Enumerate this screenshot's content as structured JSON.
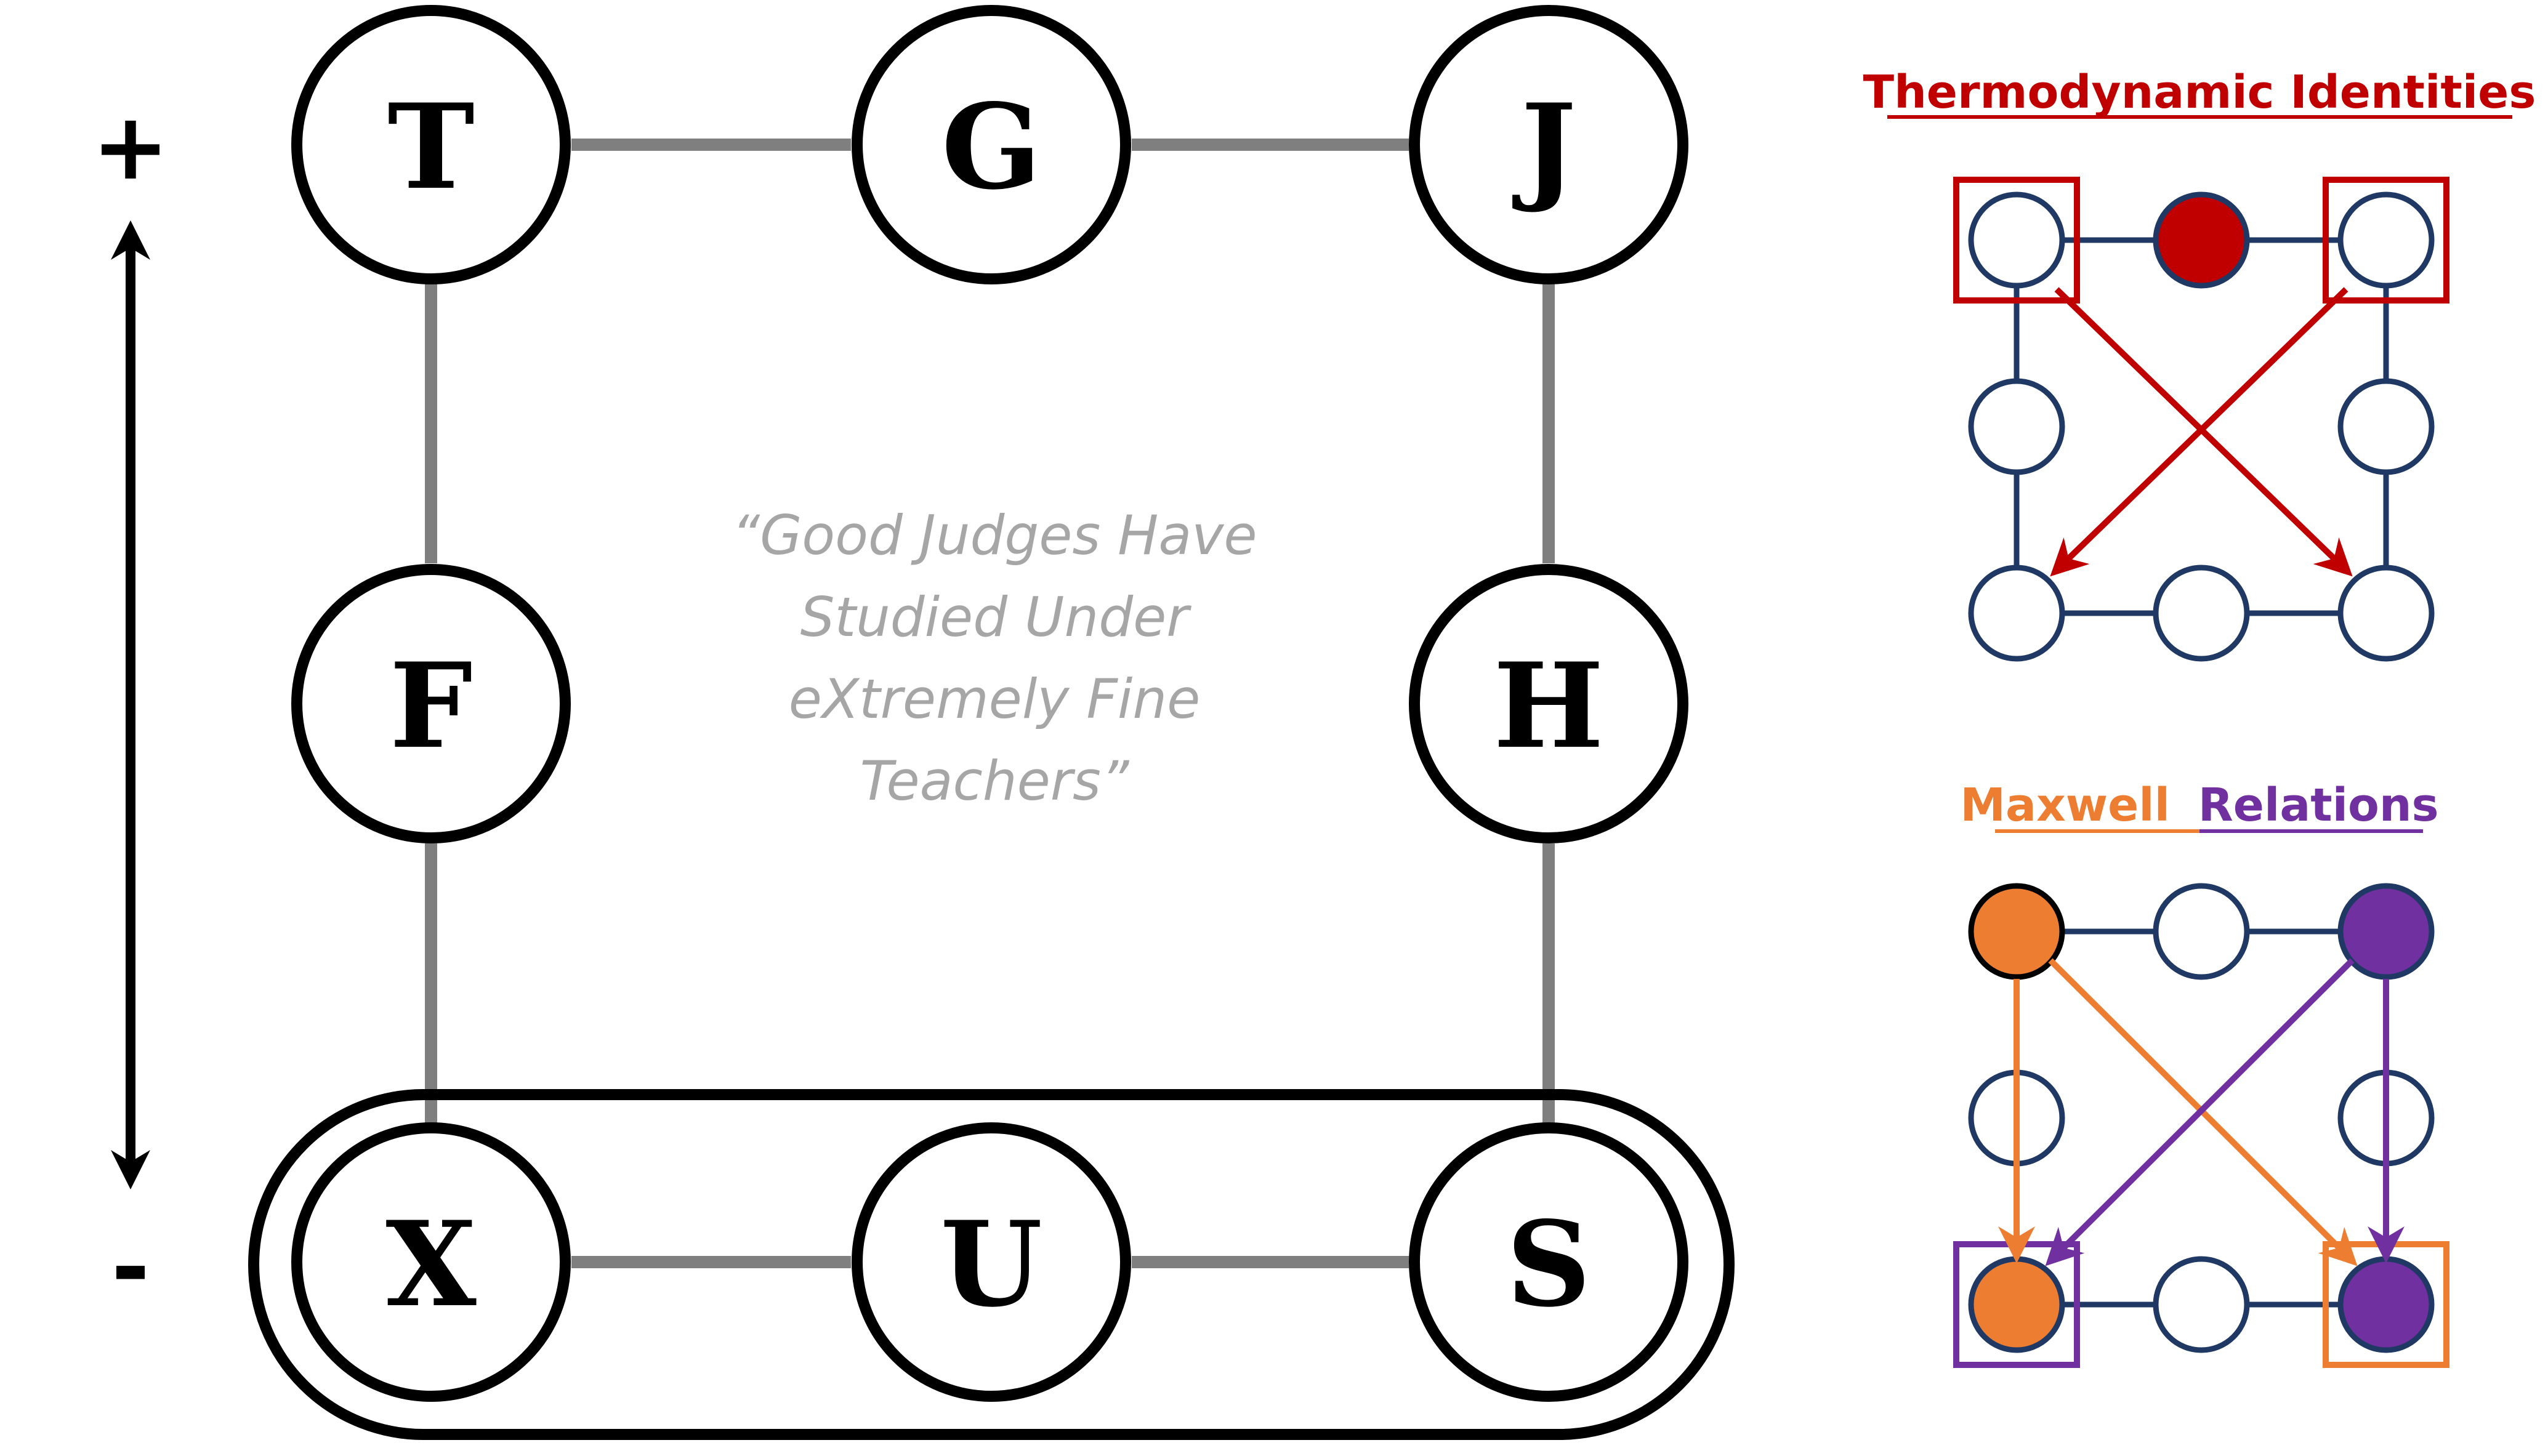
{
  "main_diagram": {
    "nodes": [
      {
        "id": "T",
        "label": "T"
      },
      {
        "id": "G",
        "label": "G"
      },
      {
        "id": "J",
        "label": "J"
      },
      {
        "id": "F",
        "label": "F"
      },
      {
        "id": "H",
        "label": "H"
      },
      {
        "id": "X",
        "label": "X"
      },
      {
        "id": "U",
        "label": "U"
      },
      {
        "id": "S",
        "label": "S"
      }
    ],
    "edges": [
      [
        "T",
        "G"
      ],
      [
        "G",
        "J"
      ],
      [
        "T",
        "F"
      ],
      [
        "J",
        "H"
      ],
      [
        "F",
        "X"
      ],
      [
        "H",
        "S"
      ],
      [
        "X",
        "U"
      ],
      [
        "U",
        "S"
      ]
    ],
    "mnemonic": [
      "“Good Judges Have",
      "Studied Under",
      "eXtremely Fine",
      "Teachers”"
    ],
    "axis": {
      "top_sign": "+",
      "bottom_sign": "-"
    }
  },
  "thermo_panel": {
    "title": "Thermodynamic Identities",
    "color": "#c00000"
  },
  "maxwell_panel": {
    "title_part1": "Maxwell",
    "title_part2": "Relations",
    "color_orange": "#ed7d31",
    "color_purple": "#7030a0"
  },
  "colors": {
    "edge_gray": "#7f7f7f",
    "mini_navy": "#1f3864",
    "text_gray": "#a6a6a6"
  },
  "icons": [
    "double-arrow-icon"
  ]
}
